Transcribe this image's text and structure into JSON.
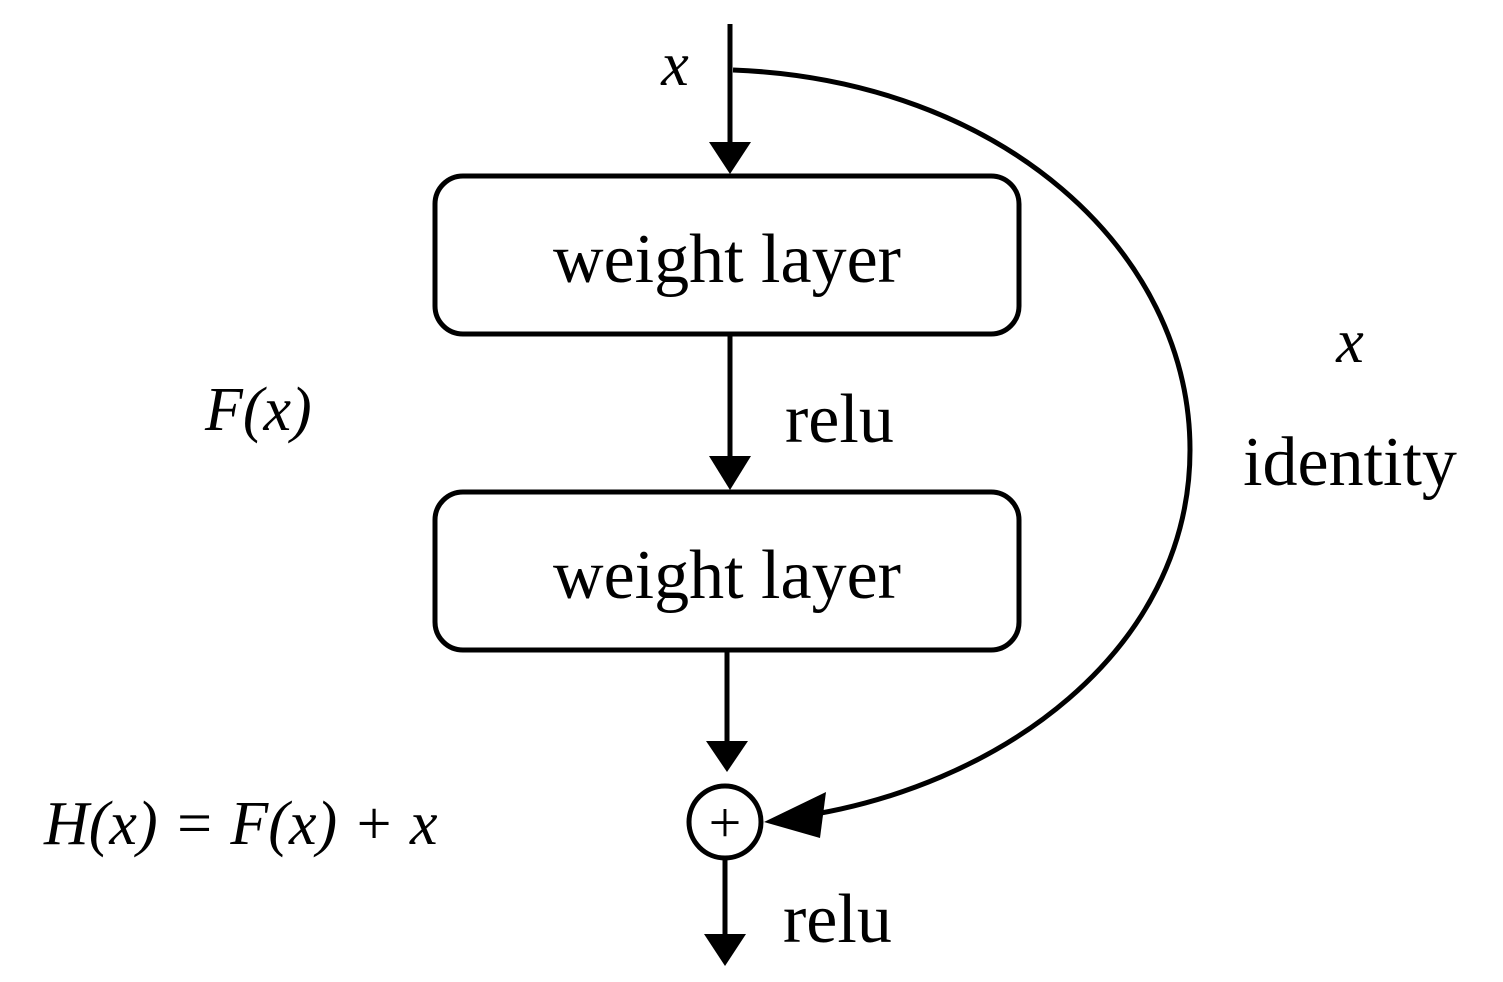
{
  "input_label": "x",
  "nodes": {
    "weight_layer_1": "weight layer",
    "weight_layer_2": "weight layer",
    "add": "+"
  },
  "edge_labels": {
    "relu_mid": "relu",
    "relu_out": "relu"
  },
  "residual_label": "F(x)",
  "shortcut": {
    "var_label": "x",
    "name_label": "identity"
  },
  "output_equation": "H(x) = F(x) + x",
  "colors": {
    "stroke": "#000000",
    "background": "#ffffff"
  }
}
